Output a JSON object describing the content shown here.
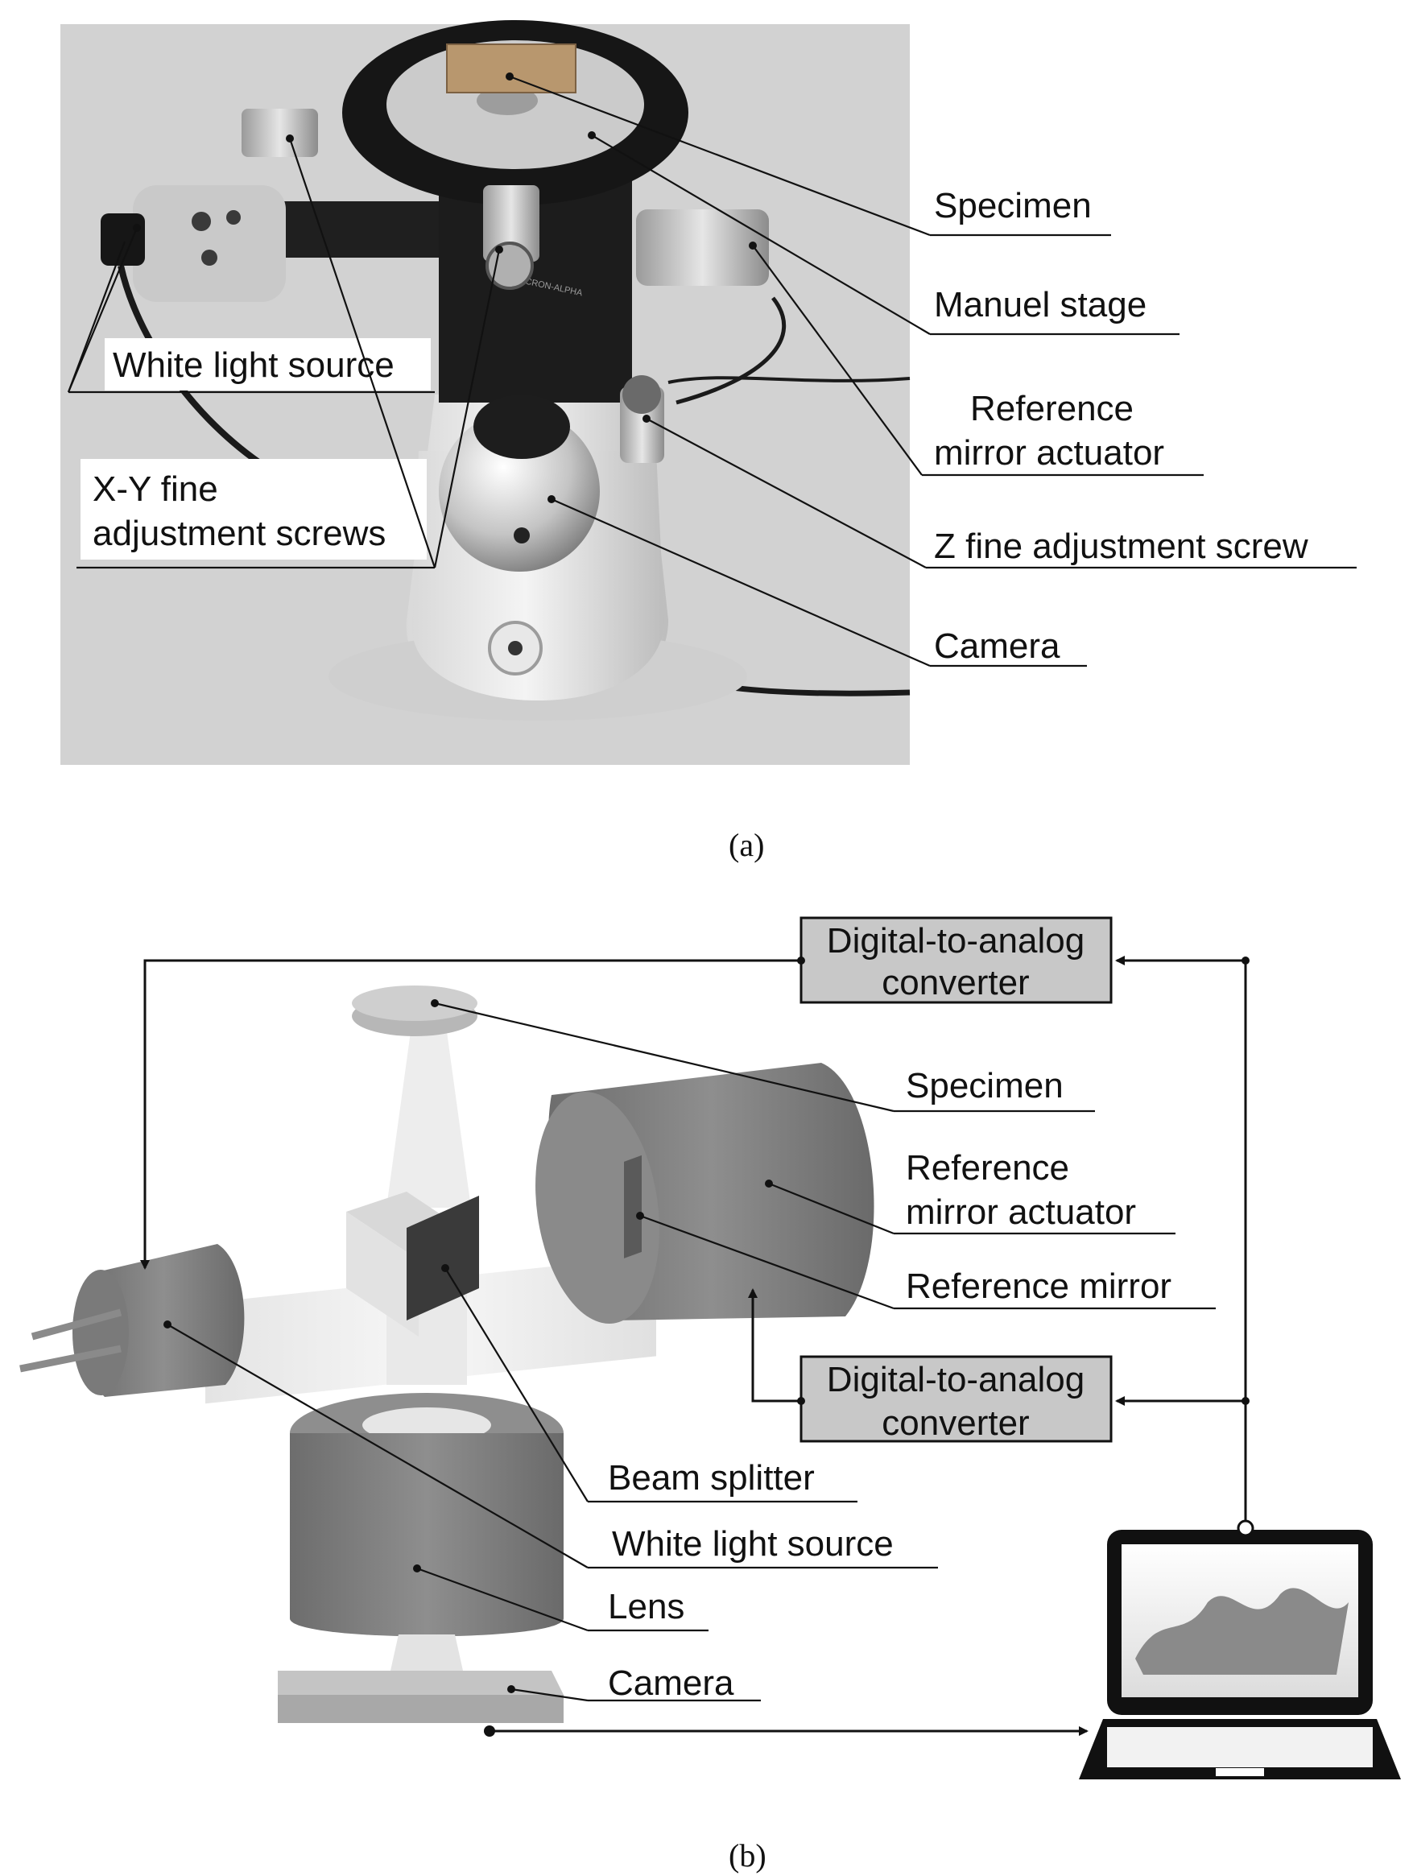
{
  "figure_a": {
    "caption": "(a)",
    "labels": {
      "white_light_source": "White light source",
      "xy_screws_line1": "X-Y fine",
      "xy_screws_line2": "adjustment screws",
      "specimen": "Specimen",
      "manual_stage": "Manuel stage",
      "ref_actuator_line1": "Reference",
      "ref_actuator_line2": "mirror actuator",
      "z_screw": "Z fine adjustment screw",
      "camera": "Camera"
    },
    "photo_instrument_text": "MICRON-ALPHA"
  },
  "figure_b": {
    "caption": "(b)",
    "dac_top_line1": "Digital-to-analog",
    "dac_top_line2": "converter",
    "dac_bottom_line1": "Digital-to-analog",
    "dac_bottom_line2": "converter",
    "labels": {
      "specimen": "Specimen",
      "ref_actuator_line1": "Reference",
      "ref_actuator_line2": "mirror actuator",
      "ref_mirror": "Reference mirror",
      "beam_splitter": "Beam splitter",
      "white_light_source": "White light source",
      "lens": "Lens",
      "camera": "Camera"
    }
  },
  "colors": {
    "dac_box_fill": "#c8c8c8",
    "photo_background": "#d2d2d2",
    "label_text": "#111111"
  }
}
